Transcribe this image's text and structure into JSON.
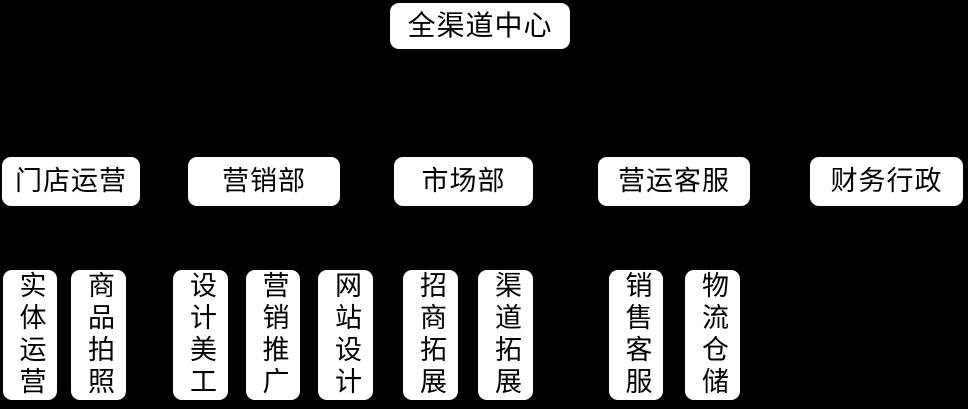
{
  "chart": {
    "type": "org-chart",
    "root": {
      "label": "全渠道中心"
    },
    "departments": [
      {
        "label": "门店运营",
        "teams": [
          "实体运营",
          "商品拍照"
        ]
      },
      {
        "label": "营销部",
        "teams": [
          "设计美工",
          "营销推广",
          "网站设计"
        ]
      },
      {
        "label": "市场部",
        "teams": [
          "招商拓展",
          "渠道拓展"
        ]
      },
      {
        "label": "营运客服",
        "teams": [
          "销售客服",
          "物流仓储"
        ]
      },
      {
        "label": "财务行政",
        "teams": []
      }
    ],
    "colors": {
      "background": "#000000",
      "node_fill": "#ffffff",
      "node_text": "#000000"
    }
  }
}
